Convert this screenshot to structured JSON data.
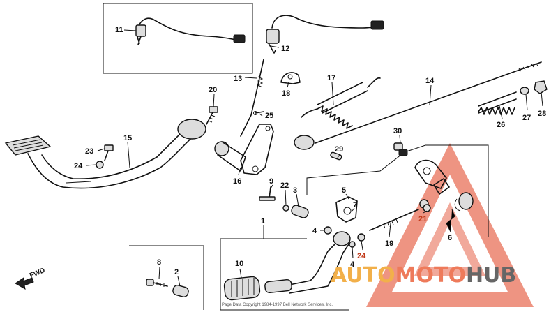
{
  "diagram": {
    "callouts": [
      {
        "id": "c1",
        "label": "1"
      },
      {
        "id": "c2",
        "label": "2"
      },
      {
        "id": "c3",
        "label": "3"
      },
      {
        "id": "c4a",
        "label": "4"
      },
      {
        "id": "c4b",
        "label": "4"
      },
      {
        "id": "c5",
        "label": "5"
      },
      {
        "id": "c6",
        "label": "6"
      },
      {
        "id": "c7",
        "label": "7"
      },
      {
        "id": "c8",
        "label": "8"
      },
      {
        "id": "c9",
        "label": "9"
      },
      {
        "id": "c10",
        "label": "10"
      },
      {
        "id": "c11",
        "label": "11"
      },
      {
        "id": "c12",
        "label": "12"
      },
      {
        "id": "c13",
        "label": "13"
      },
      {
        "id": "c14",
        "label": "14"
      },
      {
        "id": "c15",
        "label": "15"
      },
      {
        "id": "c16",
        "label": "16"
      },
      {
        "id": "c17",
        "label": "17"
      },
      {
        "id": "c18",
        "label": "18"
      },
      {
        "id": "c19",
        "label": "19"
      },
      {
        "id": "c20",
        "label": "20"
      },
      {
        "id": "c21",
        "label": "21"
      },
      {
        "id": "c22",
        "label": "22"
      },
      {
        "id": "c23",
        "label": "23"
      },
      {
        "id": "c24a",
        "label": "24"
      },
      {
        "id": "c24b",
        "label": "24"
      },
      {
        "id": "c25",
        "label": "25"
      },
      {
        "id": "c26",
        "label": "26"
      },
      {
        "id": "c27",
        "label": "27"
      },
      {
        "id": "c28",
        "label": "28"
      },
      {
        "id": "c29",
        "label": "29"
      },
      {
        "id": "c30",
        "label": "30"
      }
    ],
    "fwd_label": "FWD",
    "copyright": "Page Data Copyright 1984-1997 Bell Network Services, Inc."
  },
  "watermark": {
    "part1": "AUTO",
    "part2": "MOTO",
    "part3": "HUB",
    "colors": {
      "auto": "#f2b04a",
      "moto": "#ee7a5a",
      "hub": "#666666",
      "triangle": "#e4583c"
    }
  }
}
